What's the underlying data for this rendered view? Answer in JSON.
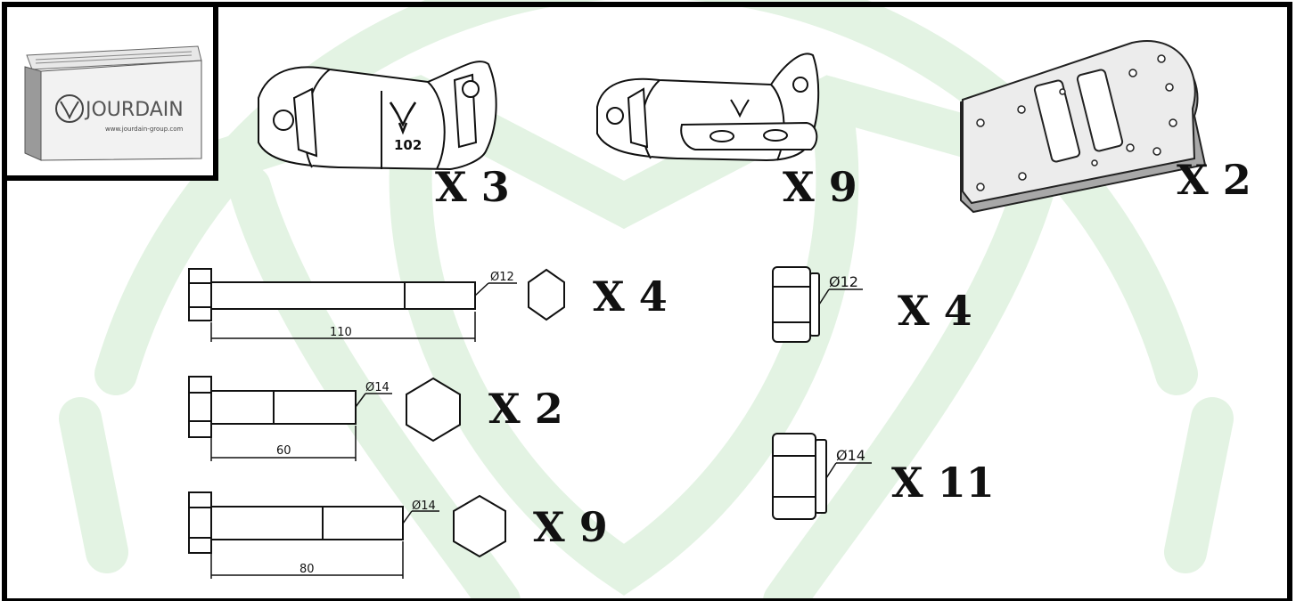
{
  "logo": {
    "brand": "JOURDAIN",
    "website": "www.jourdain-group.com"
  },
  "colors": {
    "watermark": "#e3f3e3",
    "border": "#000000"
  },
  "parts": {
    "clamp_large": {
      "stamp": "102",
      "qty": "X 3"
    },
    "clamp_tab": {
      "qty": "X 9"
    },
    "plate": {
      "qty": "X 2"
    },
    "bolt_m12_110": {
      "diameter": "Ø12",
      "length": "110",
      "qty": "X 4"
    },
    "bolt_m14_60": {
      "diameter": "Ø14",
      "length": "60",
      "qty": "X 2"
    },
    "bolt_m14_80": {
      "diameter": "Ø14",
      "length": "80",
      "qty": "X 9"
    },
    "nut_m12": {
      "diameter": "Ø12",
      "qty": "X 4"
    },
    "nut_m14": {
      "diameter": "Ø14",
      "qty": "X 11"
    }
  }
}
